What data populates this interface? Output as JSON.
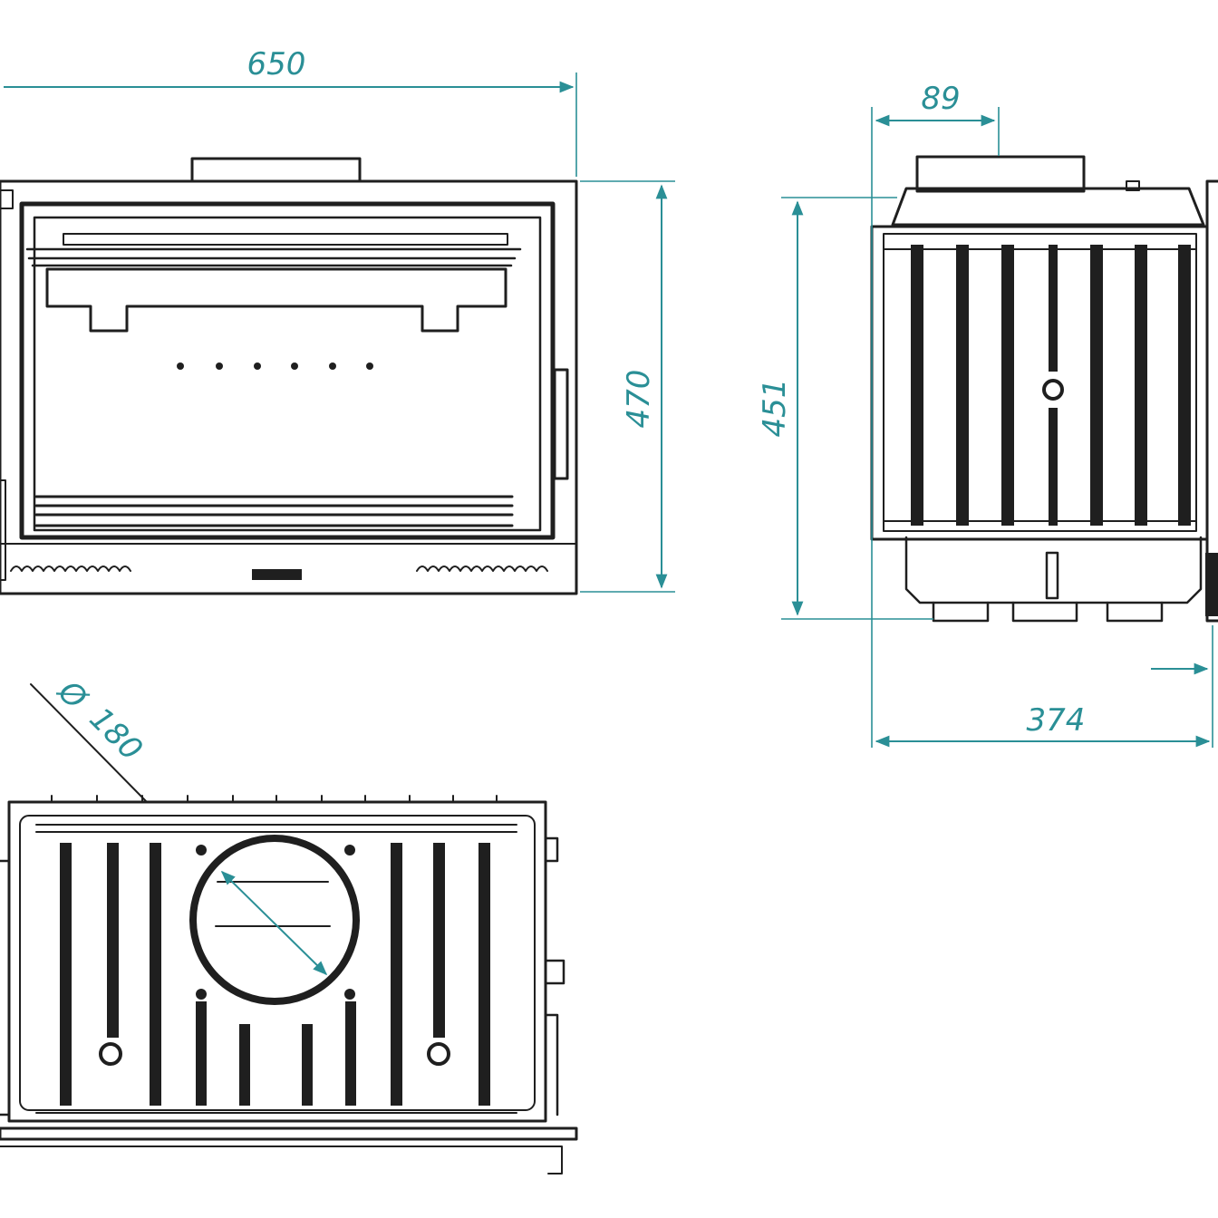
{
  "dimensions": {
    "width": "650",
    "height": "470",
    "side_height": "451",
    "side_top_offset": "89",
    "depth": "374",
    "flue_diameter_symbol": "Ø",
    "flue_diameter": "180"
  },
  "colors": {
    "line": "#1f1f1f",
    "dimension": "#2a8f96",
    "background": "#ffffff"
  }
}
